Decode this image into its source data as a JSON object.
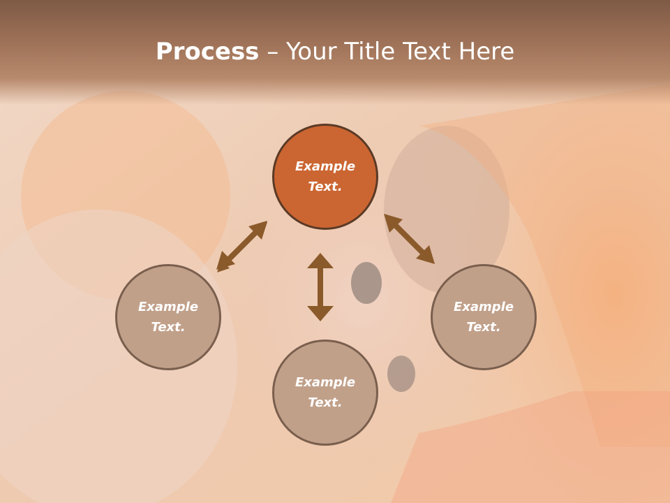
{
  "title": {
    "bold": "Process",
    "rest": " – Your Title Text Here"
  },
  "nodes": [
    {
      "label": "Example Text."
    },
    {
      "label": "Example Text."
    },
    {
      "label": "Example Text."
    },
    {
      "label": "Example Text."
    }
  ],
  "colors": {
    "center_node": "#cb6632",
    "outer_node": "#c1a08a",
    "arrow": "#8b5a2b",
    "title_bar": "#8e664f"
  }
}
